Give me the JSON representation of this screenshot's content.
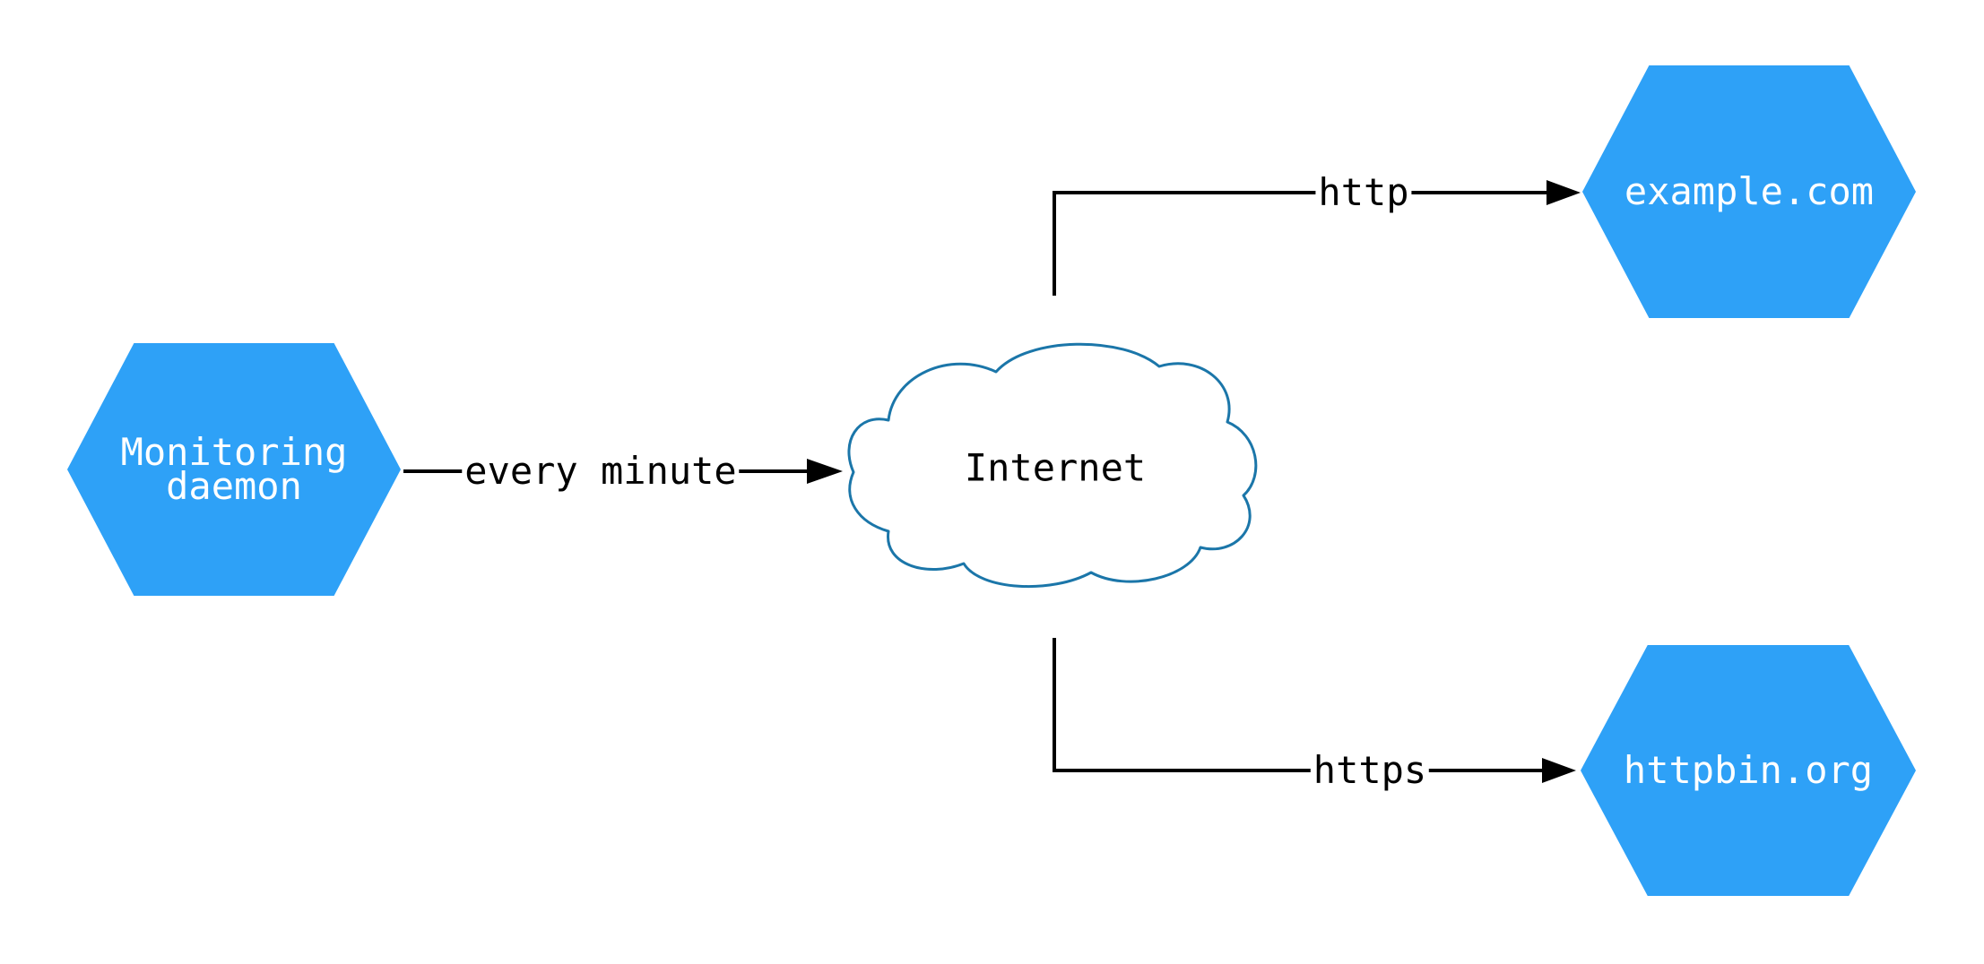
{
  "diagram": {
    "type": "network-diagram",
    "background": "#ffffff"
  },
  "nodes": {
    "monitoring": {
      "label": "Monitoring daemon",
      "shape": "hexagon"
    },
    "internet": {
      "label": "Internet",
      "shape": "cloud"
    },
    "example": {
      "label": "example.com",
      "shape": "hexagon"
    },
    "httpbin": {
      "label": "httpbin.org",
      "shape": "hexagon"
    }
  },
  "edges": {
    "every_minute": {
      "from": "monitoring",
      "to": "internet",
      "label": "every minute"
    },
    "http": {
      "from": "internet",
      "to": "example",
      "label": "http"
    },
    "https": {
      "from": "internet",
      "to": "httpbin",
      "label": "https"
    }
  },
  "colors": {
    "node_fill": "#2ea1f7",
    "node_text": "#ffffff",
    "cloud_stroke": "#1b76a9",
    "cloud_fill": "#ffffff",
    "edge_color": "#000000",
    "label_text": "#000000",
    "background": "#ffffff"
  }
}
